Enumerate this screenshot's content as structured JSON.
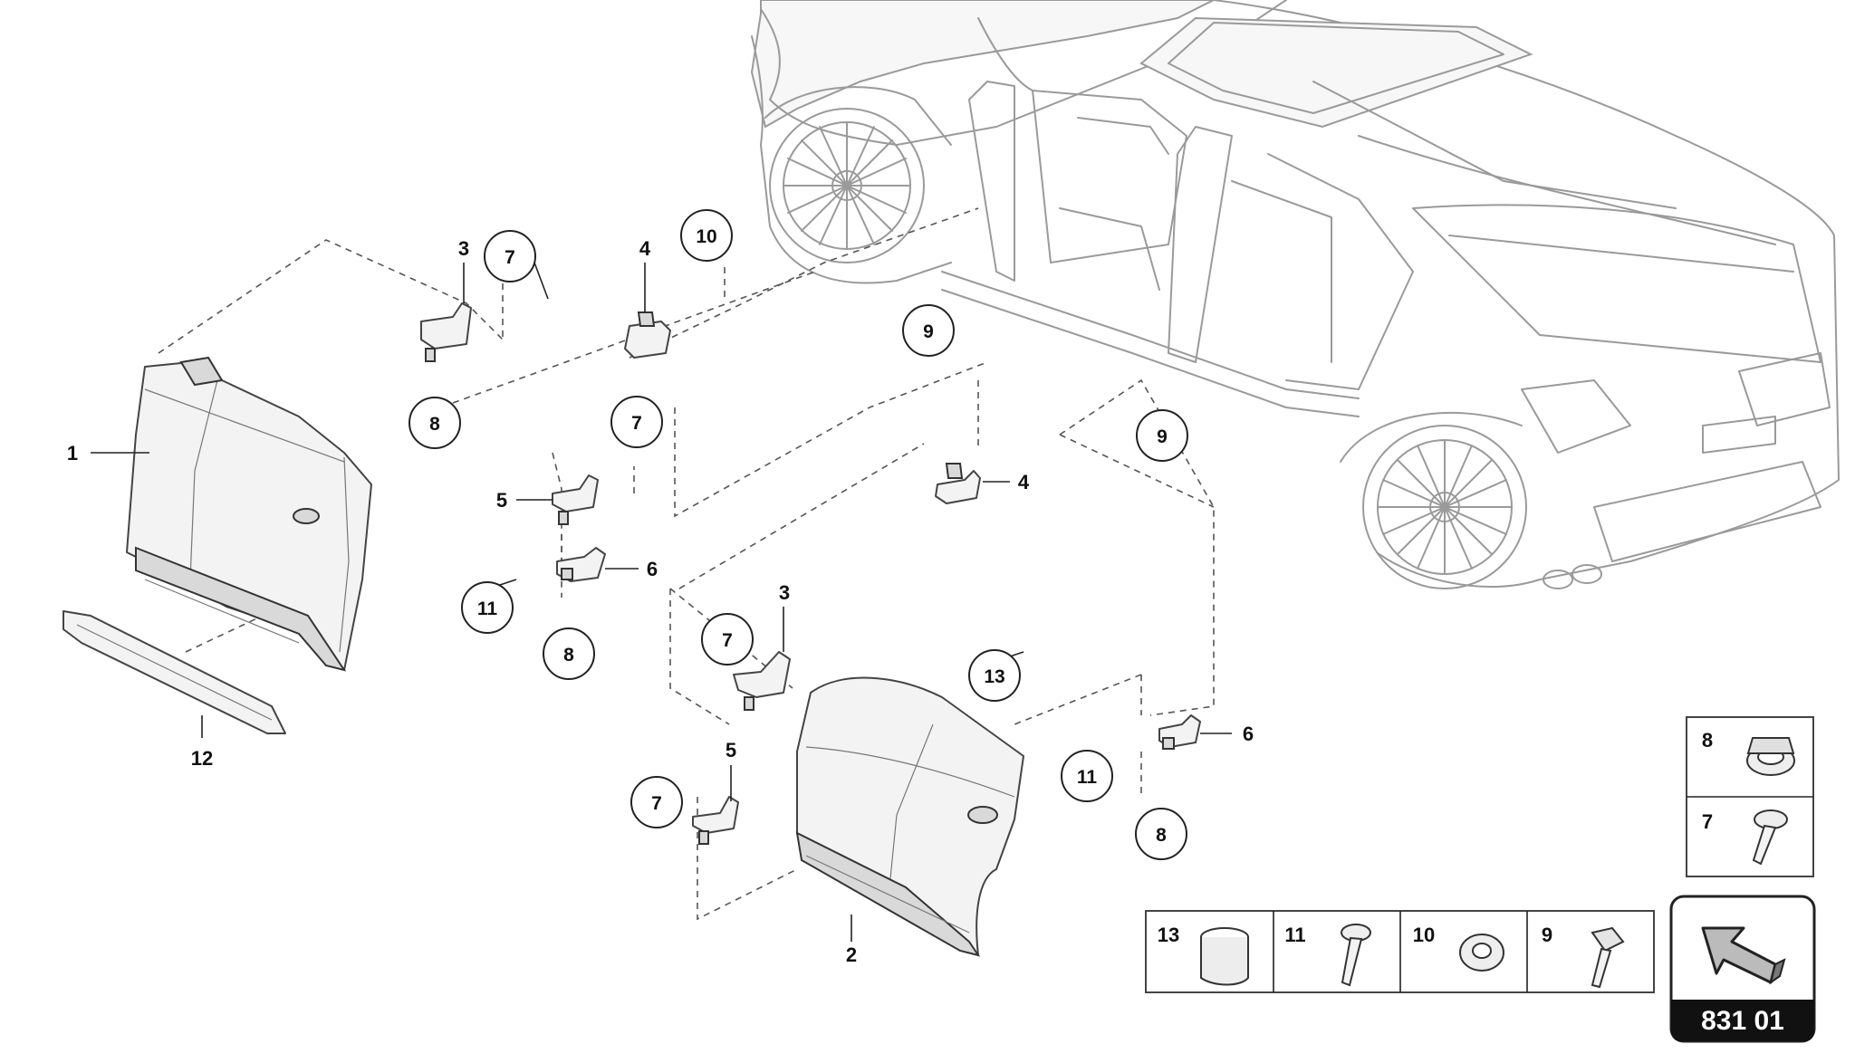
{
  "labels": {
    "front_door": "1",
    "rear_door": "2",
    "hinge_upper_front": "3",
    "hinge_upper_rear": "3",
    "hinge_4_top": "4",
    "hinge_4_mid": "4",
    "hinge_5_front": "5",
    "hinge_5_rear": "5",
    "hinge_6_front": "6",
    "hinge_6_rear": "6",
    "sill_trim": "12"
  },
  "callouts": {
    "c7_a": "7",
    "c10": "10",
    "c8_a": "8",
    "c9_a": "9",
    "c7_b": "7",
    "c9_b": "9",
    "c11_a": "11",
    "c8_b": "8",
    "c7_c": "7",
    "c13": "13",
    "c7_d": "7",
    "c11_b": "11",
    "c8_c": "8"
  },
  "legend_small": [
    {
      "num": "8",
      "icon": "nut-icon"
    },
    {
      "num": "7",
      "icon": "bolt-icon"
    }
  ],
  "legend_row": [
    {
      "num": "13",
      "icon": "sleeve-icon"
    },
    {
      "num": "11",
      "icon": "bolt-icon"
    },
    {
      "num": "10",
      "icon": "washer-icon"
    },
    {
      "num": "9",
      "icon": "flange-bolt-icon"
    }
  ],
  "section": {
    "code": "831 01",
    "icon": "direction-arrow-icon"
  }
}
